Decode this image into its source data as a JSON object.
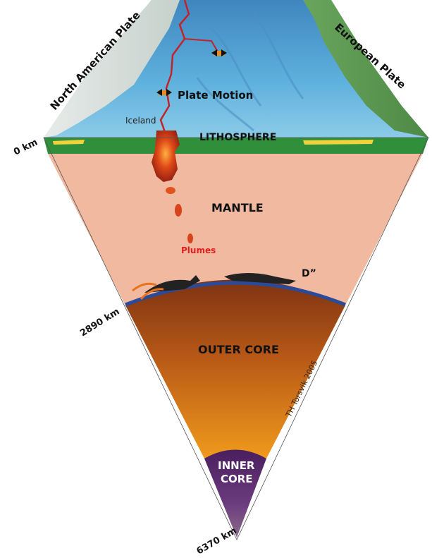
{
  "labels": {
    "plate_left": "North American Plate",
    "plate_right": "European Plate",
    "plate_motion": "Plate Motion",
    "iceland": "Iceland",
    "lithosphere": "LITHOSPHERE",
    "mantle": "MANTLE",
    "plumes": "Plumes",
    "d_double_prime": "D”",
    "outer_core": "OUTER CORE",
    "inner_core_line1": "INNER",
    "inner_core_line2": "CORE",
    "credit": "TH Torsvik 2005"
  },
  "depths": {
    "surface": "0 km",
    "core_mantle_boundary": "2890 km",
    "center": "6370 km"
  },
  "colors": {
    "ocean": "#5aa7d6",
    "lithosphere": "#2f8f3a",
    "mantle": "#f0b9a0",
    "outer_core_top": "#8a3a12",
    "outer_core_bottom": "#e8941e",
    "inner_core": "#5b2a6e",
    "plume": "#d8431c",
    "plume_label": "#e02020"
  }
}
